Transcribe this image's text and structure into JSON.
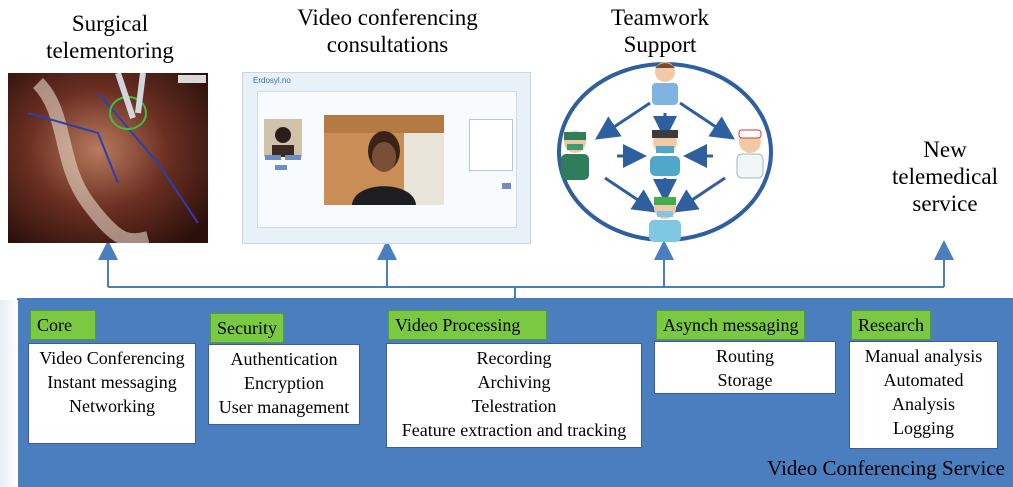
{
  "titles": {
    "surgical": [
      "Surgical",
      "telementoring"
    ],
    "video": [
      "Video conferencing",
      "consultations"
    ],
    "teamwork": [
      "Teamwork",
      "Support"
    ],
    "new_service": [
      "New",
      "telemedical",
      "service"
    ]
  },
  "service": {
    "label": "Video Conferencing Service",
    "color": "#4a7ebf",
    "tag_color": "#7ac943"
  },
  "modules": [
    {
      "name": "Core",
      "items": [
        "Video Conferencing",
        "Instant messaging",
        "Networking"
      ]
    },
    {
      "name": "Security",
      "items": [
        "Authentication",
        "Encryption",
        "User management"
      ]
    },
    {
      "name": "Video Processing",
      "items": [
        "Recording",
        "Archiving",
        "Telestration",
        "Feature extraction and tracking"
      ]
    },
    {
      "name": "Asynch messaging",
      "items": [
        "Routing",
        "Storage"
      ]
    },
    {
      "name": "Research",
      "items": [
        "Manual analysis",
        "Automated",
        "Analysis",
        "Logging"
      ]
    }
  ],
  "screenshot_header": "Erdosyl.no"
}
